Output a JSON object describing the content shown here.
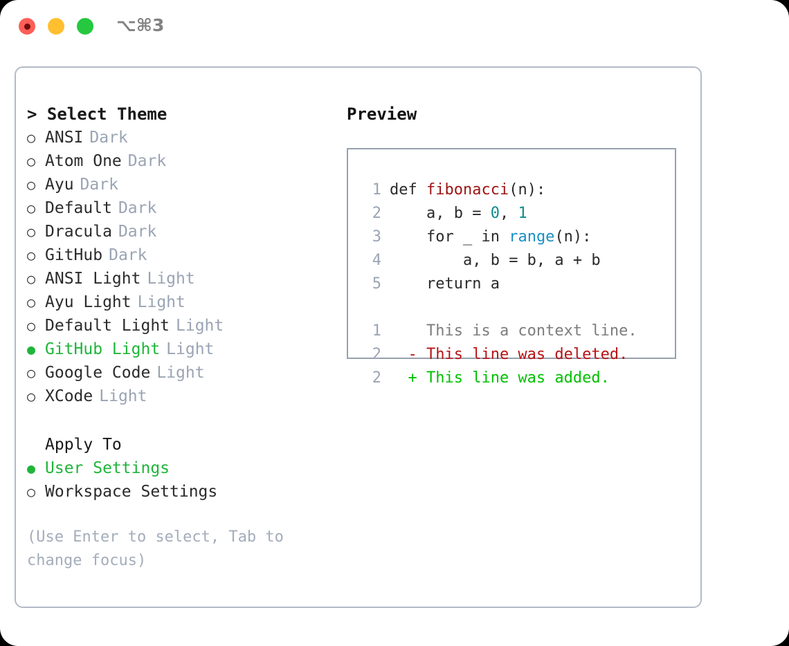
{
  "titlebar": {
    "shortcut": "⌥⌘3",
    "lights": [
      {
        "name": "close",
        "color": "#fd5e57"
      },
      {
        "name": "minimize",
        "color": "#ffbf2f"
      },
      {
        "name": "zoom",
        "color": "#26c840"
      }
    ]
  },
  "theme_picker": {
    "heading": "> Select Theme",
    "marker_selected": "●",
    "marker_unselected": "○",
    "options": [
      {
        "label": "ANSI",
        "tag": "Dark",
        "selected": false
      },
      {
        "label": "Atom One",
        "tag": "Dark",
        "selected": false
      },
      {
        "label": "Ayu",
        "tag": "Dark",
        "selected": false
      },
      {
        "label": "Default",
        "tag": "Dark",
        "selected": false
      },
      {
        "label": "Dracula",
        "tag": "Dark",
        "selected": false
      },
      {
        "label": "GitHub",
        "tag": "Dark",
        "selected": false
      },
      {
        "label": "ANSI Light",
        "tag": "Light",
        "selected": false
      },
      {
        "label": "Ayu Light",
        "tag": "Light",
        "selected": false
      },
      {
        "label": "Default Light",
        "tag": "Light",
        "selected": false
      },
      {
        "label": "GitHub Light",
        "tag": "Light",
        "selected": true
      },
      {
        "label": "Google Code",
        "tag": "Light",
        "selected": false
      },
      {
        "label": "XCode",
        "tag": "Light",
        "selected": false
      }
    ]
  },
  "apply_to": {
    "heading": "Apply To",
    "options": [
      {
        "label": "User Settings",
        "selected": true
      },
      {
        "label": "Workspace Settings",
        "selected": false
      }
    ]
  },
  "hint": "(Use Enter to select, Tab to change focus)",
  "preview": {
    "title": "Preview",
    "code": [
      {
        "lineno": "1",
        "indent": "",
        "tokens": [
          {
            "text": "def ",
            "type": "plain"
          },
          {
            "text": "fibonacci",
            "type": "fn"
          },
          {
            "text": "(n):",
            "type": "punct"
          }
        ]
      },
      {
        "lineno": "2",
        "indent": "    ",
        "tokens": [
          {
            "text": "a, b = ",
            "type": "plain"
          },
          {
            "text": "0",
            "type": "num"
          },
          {
            "text": ", ",
            "type": "plain"
          },
          {
            "text": "1",
            "type": "num"
          }
        ]
      },
      {
        "lineno": "3",
        "indent": "    ",
        "tokens": [
          {
            "text": "for _ in ",
            "type": "plain"
          },
          {
            "text": "range",
            "type": "call"
          },
          {
            "text": "(n):",
            "type": "punct"
          }
        ]
      },
      {
        "lineno": "4",
        "indent": "        ",
        "tokens": [
          {
            "text": "a, b = b, a + b",
            "type": "plain"
          }
        ]
      },
      {
        "lineno": "5",
        "indent": "    ",
        "tokens": [
          {
            "text": "return a",
            "type": "plain"
          }
        ]
      }
    ],
    "diff": [
      {
        "lineno": "1",
        "sign": " ",
        "text": "This is a context line.",
        "type": "context"
      },
      {
        "lineno": "2",
        "sign": "-",
        "text": "This line was deleted.",
        "type": "deleted"
      },
      {
        "lineno": "2",
        "sign": "+",
        "text": "This line was added.",
        "type": "added"
      }
    ]
  },
  "colors": {
    "accent_green": "#1fb53a",
    "tag_gray": "#9aa4b4",
    "hint_gray": "#a4adbb",
    "border": "#b3bbc7",
    "preview_border": "#96a0b0",
    "diff_added": "#00c000",
    "diff_deleted": "#b81414",
    "diff_context": "#7d7d7d",
    "syntax_function": "#9e1414",
    "syntax_number": "#0b8c8c",
    "syntax_call": "#1a8fc4"
  }
}
